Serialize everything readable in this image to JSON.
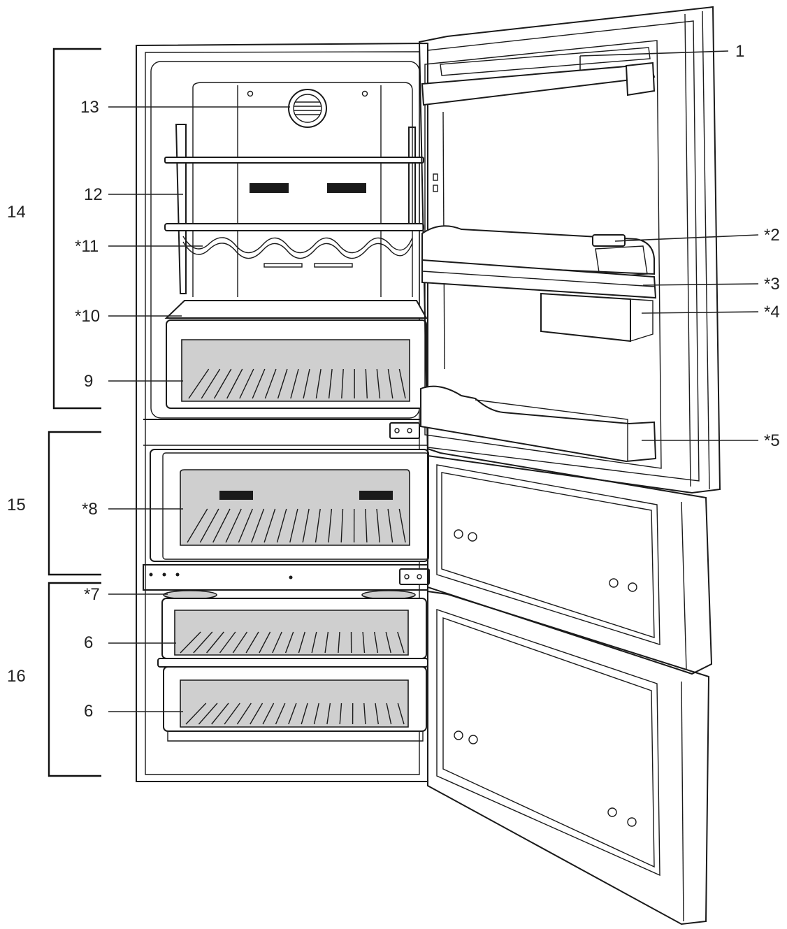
{
  "callouts": {
    "c1": "1",
    "c2": "*2",
    "c3": "*3",
    "c4": "*4",
    "c5": "*5",
    "c6a": "6",
    "c6b": "6",
    "c7": "*7",
    "c8": "*8",
    "c9": "9",
    "c10": "*10",
    "c11": "*11",
    "c12": "12",
    "c13": "13"
  },
  "sections": {
    "s14": "14",
    "s15": "15",
    "s16": "16"
  },
  "colors": {
    "drawer_fill": "#cfcfcf",
    "line": "#1a1a1a",
    "background": "#ffffff"
  }
}
